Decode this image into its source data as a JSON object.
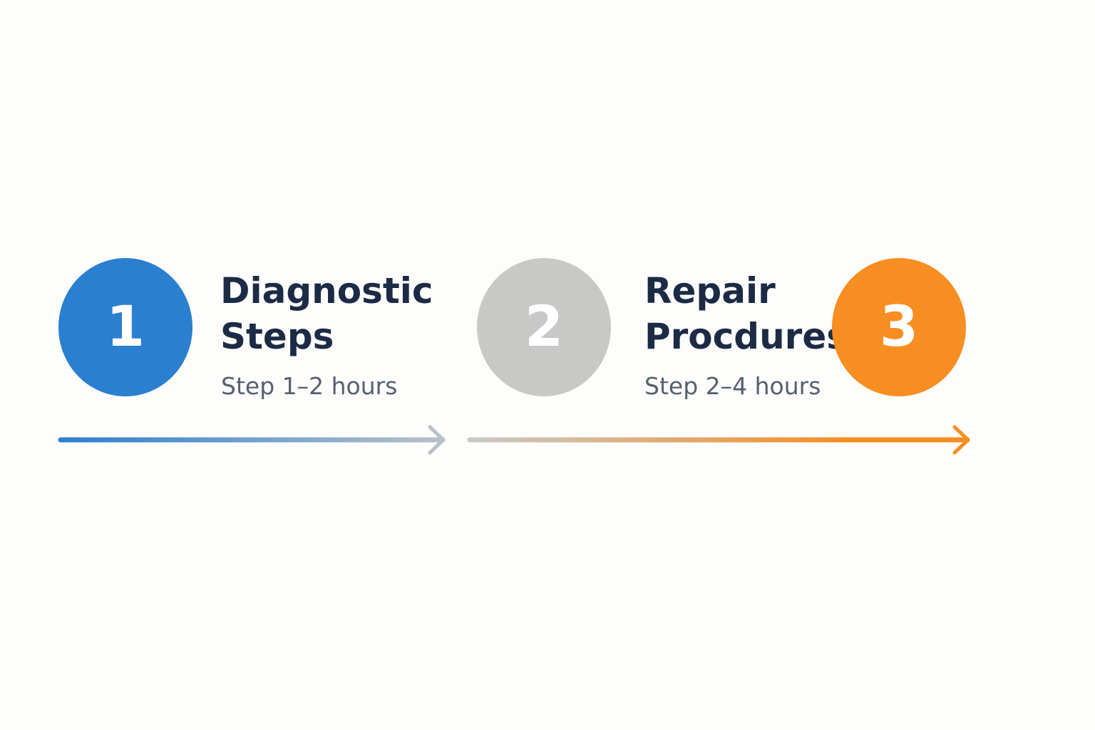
{
  "colors": {
    "step1": "#2a7fd0",
    "step2": "#c8c9c7",
    "step3": "#f78e22",
    "title": "#1c2b45",
    "duration": "#56606f",
    "arrow_mid": "#b9c0c8"
  },
  "steps": [
    {
      "number": "1",
      "title_line1": "Diagnostic",
      "title_line2": "Steps",
      "duration": "Step 1–2 hours"
    },
    {
      "number": "2",
      "title_line1": "Repair",
      "title_line2": "Procdures",
      "duration": "Step 2–4 hours"
    },
    {
      "number": "3"
    }
  ],
  "icons": {
    "arrow": "arrow-right-icon"
  }
}
